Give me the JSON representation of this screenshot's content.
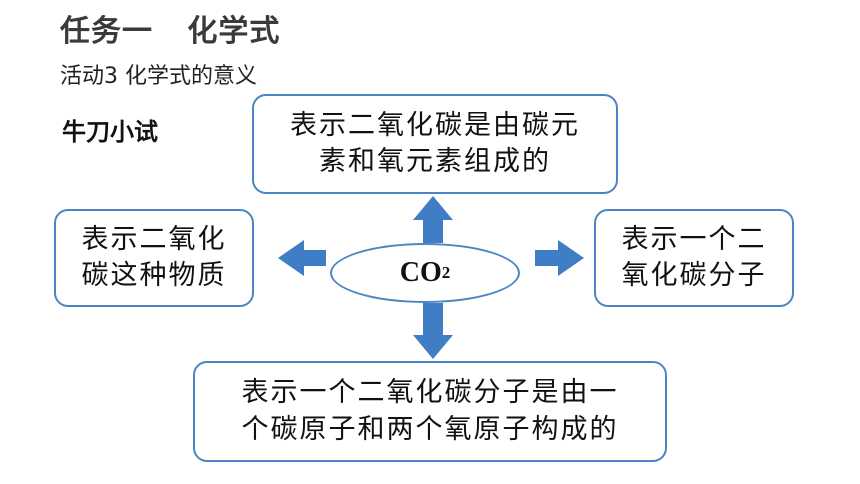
{
  "header": {
    "title": "任务一   化学式",
    "subtitle": "活动3  化学式的意义"
  },
  "section_label": "牛刀小试",
  "center": {
    "formula_main": "CO",
    "formula_sub": "2"
  },
  "boxes": {
    "top": [
      "表示二氧化碳是由碳元",
      "素和氧元素组成的"
    ],
    "left": [
      "表示二氧化",
      "碳这种物质"
    ],
    "right": [
      "表示一个二",
      "氧化碳分子"
    ],
    "bottom": [
      "表示一个二氧化碳分子是由一",
      "个碳原子和两个氧原子构成的"
    ]
  },
  "colors": {
    "accent": "#4a86c5",
    "arrow": "#3f7dc5"
  }
}
